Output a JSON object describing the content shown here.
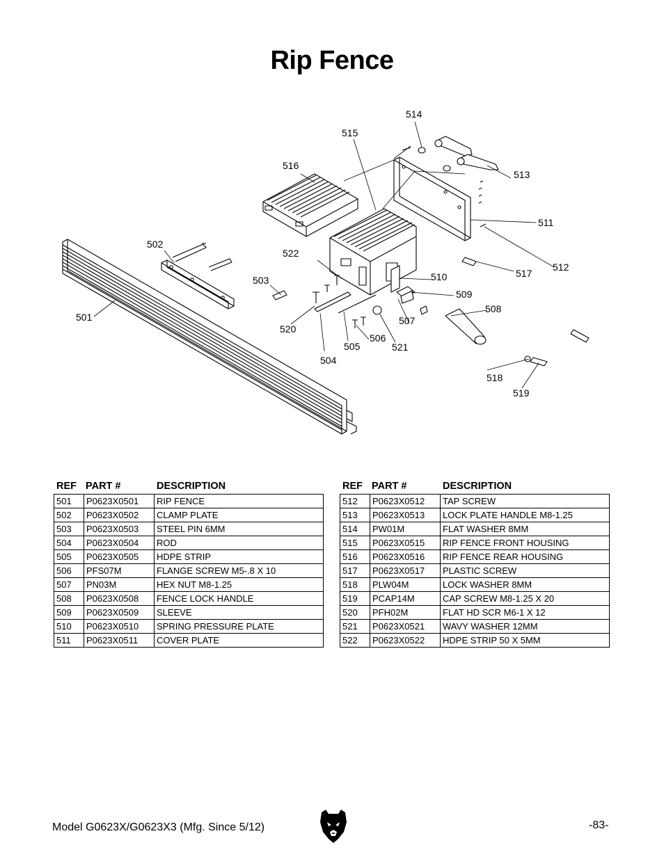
{
  "title": "Rip Fence",
  "diagram": {
    "callouts": [
      "501",
      "502",
      "503",
      "504",
      "505",
      "506",
      "507",
      "508",
      "509",
      "510",
      "511",
      "512",
      "513",
      "514",
      "515",
      "516",
      "517",
      "518",
      "519",
      "520",
      "521",
      "522"
    ]
  },
  "parts_table": {
    "headers": {
      "ref": "REF",
      "part": "PART #",
      "description": "DESCRIPTION"
    },
    "left": [
      {
        "ref": "501",
        "part": "P0623X0501",
        "description": "RIP FENCE"
      },
      {
        "ref": "502",
        "part": "P0623X0502",
        "description": "CLAMP PLATE"
      },
      {
        "ref": "503",
        "part": "P0623X0503",
        "description": "STEEL PIN 6MM"
      },
      {
        "ref": "504",
        "part": "P0623X0504",
        "description": "ROD"
      },
      {
        "ref": "505",
        "part": "P0623X0505",
        "description": "HDPE STRIP"
      },
      {
        "ref": "506",
        "part": "PFS07M",
        "description": "FLANGE SCREW M5-.8 X 10"
      },
      {
        "ref": "507",
        "part": "PN03M",
        "description": "HEX NUT M8-1.25"
      },
      {
        "ref": "508",
        "part": "P0623X0508",
        "description": "FENCE LOCK HANDLE"
      },
      {
        "ref": "509",
        "part": "P0623X0509",
        "description": "SLEEVE"
      },
      {
        "ref": "510",
        "part": "P0623X0510",
        "description": "SPRING PRESSURE PLATE"
      },
      {
        "ref": "511",
        "part": "P0623X0511",
        "description": "COVER PLATE"
      }
    ],
    "right": [
      {
        "ref": "512",
        "part": "P0623X0512",
        "description": "TAP SCREW"
      },
      {
        "ref": "513",
        "part": "P0623X0513",
        "description": "LOCK PLATE HANDLE M8-1.25"
      },
      {
        "ref": "514",
        "part": "PW01M",
        "description": "FLAT WASHER 8MM"
      },
      {
        "ref": "515",
        "part": "P0623X0515",
        "description": "RIP FENCE FRONT HOUSING"
      },
      {
        "ref": "516",
        "part": "P0623X0516",
        "description": "RIP FENCE REAR HOUSING"
      },
      {
        "ref": "517",
        "part": "P0623X0517",
        "description": "PLASTIC SCREW"
      },
      {
        "ref": "518",
        "part": "PLW04M",
        "description": "LOCK WASHER 8MM"
      },
      {
        "ref": "519",
        "part": "PCAP14M",
        "description": "CAP SCREW M8-1.25 X 20"
      },
      {
        "ref": "520",
        "part": "PFH02M",
        "description": "FLAT HD SCR M6-1 X 12"
      },
      {
        "ref": "521",
        "part": "P0623X0521",
        "description": "WAVY WASHER 12MM"
      },
      {
        "ref": "522",
        "part": "P0623X0522",
        "description": "HDPE STRIP 50 X 5MM"
      }
    ]
  },
  "footer": {
    "model": "Model G0623X/G0623X3 (Mfg. Since 5/12)",
    "page": "-83-",
    "logo_icon": "bear-head-icon"
  }
}
